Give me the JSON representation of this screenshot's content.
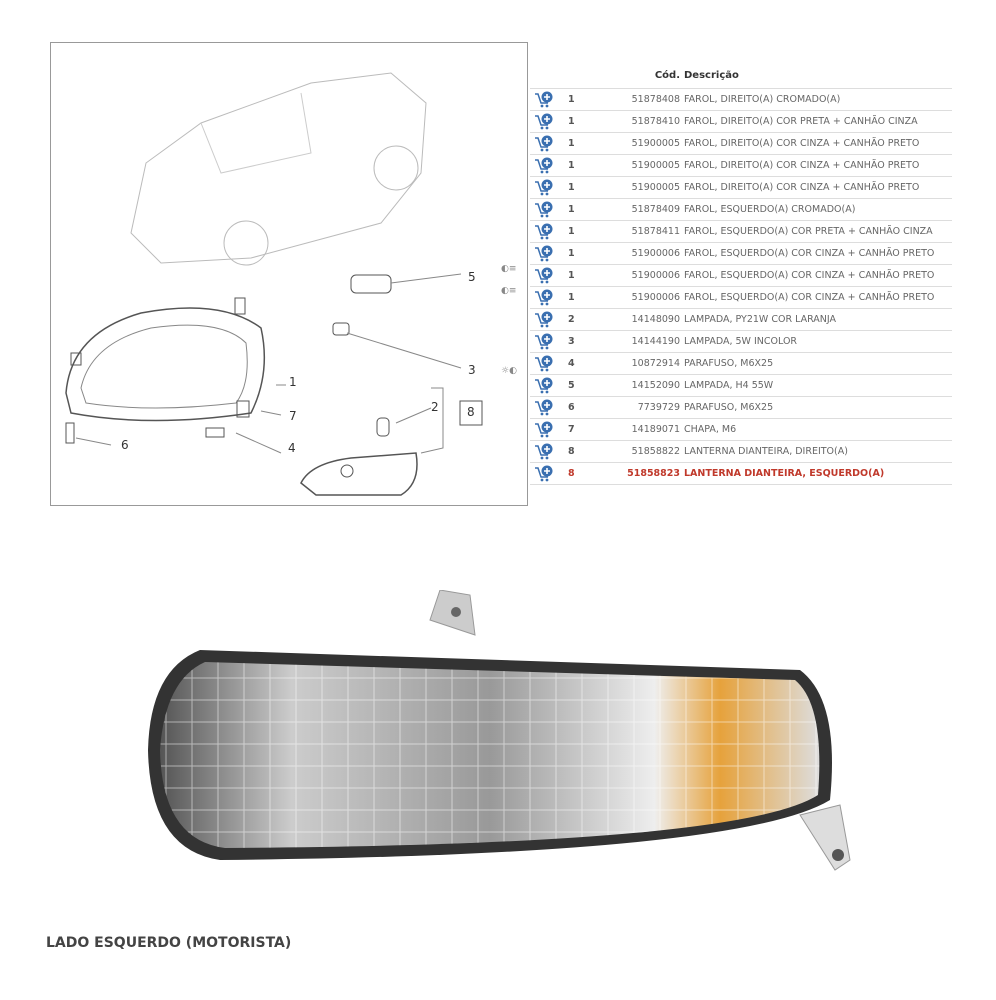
{
  "diagram": {
    "callouts": [
      "5",
      "1",
      "3",
      "7",
      "2",
      "8",
      "6",
      "4"
    ]
  },
  "table": {
    "headers": {
      "code": "Cód.",
      "description": "Descrição"
    },
    "rows": [
      {
        "qty": "1",
        "code": "51878408",
        "desc": "FAROL, DIREITO(A) CROMADO(A)"
      },
      {
        "qty": "1",
        "code": "51878410",
        "desc": "FAROL, DIREITO(A) COR PRETA + CANHÃO CINZA"
      },
      {
        "qty": "1",
        "code": "51900005",
        "desc": "FAROL, DIREITO(A) COR CINZA + CANHÃO PRETO"
      },
      {
        "qty": "1",
        "code": "51900005",
        "desc": "FAROL, DIREITO(A) COR CINZA + CANHÃO PRETO"
      },
      {
        "qty": "1",
        "code": "51900005",
        "desc": "FAROL, DIREITO(A) COR CINZA + CANHÃO PRETO"
      },
      {
        "qty": "1",
        "code": "51878409",
        "desc": "FAROL, ESQUERDO(A) CROMADO(A)"
      },
      {
        "qty": "1",
        "code": "51878411",
        "desc": "FAROL, ESQUERDO(A) COR PRETA + CANHÃO CINZA"
      },
      {
        "qty": "1",
        "code": "51900006",
        "desc": "FAROL, ESQUERDO(A) COR CINZA + CANHÃO PRETO"
      },
      {
        "qty": "1",
        "code": "51900006",
        "desc": "FAROL, ESQUERDO(A) COR CINZA + CANHÃO PRETO"
      },
      {
        "qty": "1",
        "code": "51900006",
        "desc": "FAROL, ESQUERDO(A) COR CINZA + CANHÃO PRETO"
      },
      {
        "qty": "2",
        "code": "14148090",
        "desc": "LAMPADA, PY21W COR LARANJA"
      },
      {
        "qty": "3",
        "code": "14144190",
        "desc": "LAMPADA, 5W INCOLOR"
      },
      {
        "qty": "4",
        "code": "10872914",
        "desc": "PARAFUSO, M6X25"
      },
      {
        "qty": "5",
        "code": "14152090",
        "desc": "LAMPADA, H4 55W"
      },
      {
        "qty": "6",
        "code": "7739729",
        "desc": "PARAFUSO, M6X25"
      },
      {
        "qty": "7",
        "code": "14189071",
        "desc": "CHAPA, M6"
      },
      {
        "qty": "8",
        "code": "51858822",
        "desc": "LANTERNA DIANTEIRA, DIREITO(A)"
      },
      {
        "qty": "8",
        "code": "51858823",
        "desc": "LANTERNA DIANTEIRA, ESQUERDO(A)",
        "highlight": true
      }
    ]
  },
  "caption": "LADO ESQUERDO (MOTORISTA)",
  "colors": {
    "highlight": "#c0392b",
    "cart": "#3a6fb0"
  }
}
